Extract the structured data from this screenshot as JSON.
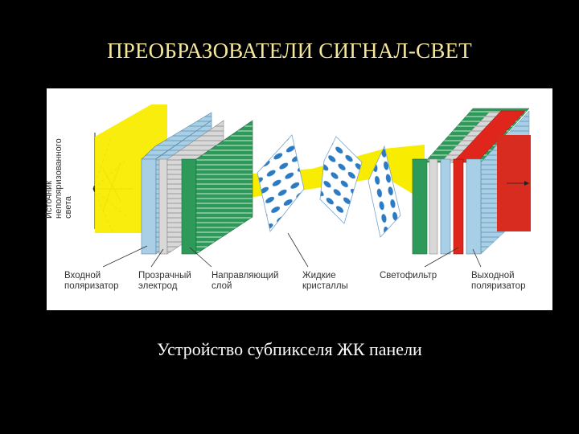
{
  "title": "ПРЕОБРАЗОВАТЕЛИ СИГНАЛ-СВЕТ",
  "caption": "Устройство субпикселя ЖК панели",
  "diagram": {
    "source_label_lines": [
      "Источник",
      "неполяризованного",
      "света"
    ],
    "labels": {
      "input_polarizer": [
        "Входной",
        "поляризатор"
      ],
      "transparent_electrode": [
        "Прозрачный",
        "электрод"
      ],
      "guide_layer": [
        "Направляющий",
        "слой"
      ],
      "liquid_crystals": [
        "Жидкие",
        "кристаллы"
      ],
      "color_filter": [
        "Светофильтр"
      ],
      "output_polarizer": [
        "Выходной",
        "поляризатор"
      ]
    },
    "colors": {
      "light_beam": "#f8ec00",
      "polarizer": "#a9cfe6",
      "electrode": "#d8d8d8",
      "guide_layer": "#2e9a5a",
      "crystal": "#2c7ac2",
      "filter_red": "#e0261c",
      "output_light": "#d82c20"
    }
  }
}
